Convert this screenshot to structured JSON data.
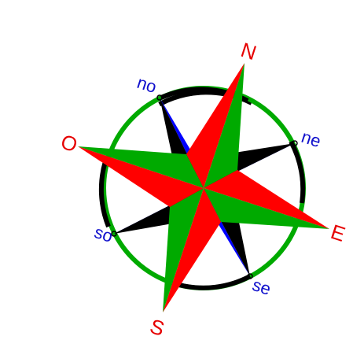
{
  "compass": {
    "cardinal_labels": {
      "north": "N",
      "east": "E",
      "south": "S",
      "west": "O"
    },
    "intercardinal_labels": {
      "northeast": "ne",
      "southeast": "se",
      "southwest": "so",
      "northwest": "no"
    }
  },
  "colors": {
    "cardinal_label": "#e60000",
    "intercardinal_label": "#1010cc",
    "ring_primary": "#00aa00",
    "ring_secondary": "#000000",
    "point_red": "#ff0000",
    "point_green": "#00aa00",
    "point_blue": "#0000ff",
    "point_black": "#000000"
  }
}
